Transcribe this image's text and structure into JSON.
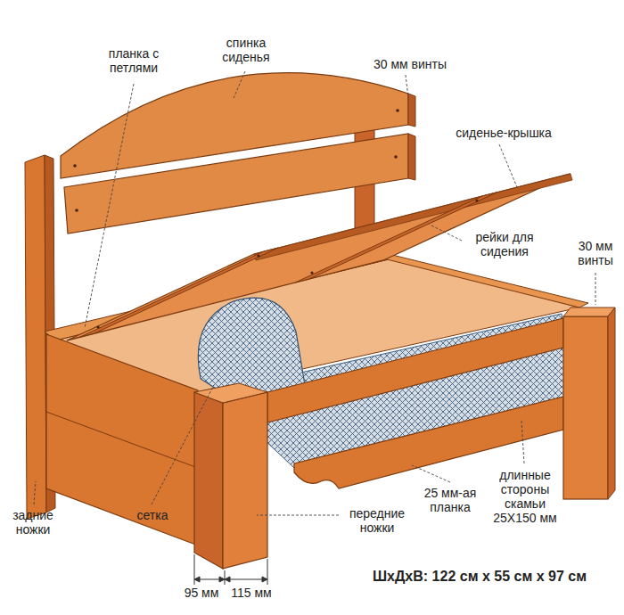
{
  "diagram": {
    "labels": [
      "планка с петлями",
      "спинка сиденья",
      "30 мм винты",
      "сиденье-крышка",
      "рейки для сидения",
      "30 мм винты",
      "задние ножки",
      "сетка",
      "передние ножки",
      "25 мм-ая планка",
      "длинные стороны скамьи 25X150 мм",
      "95 мм",
      "115 мм",
      "ШхДхВ: 122 см х 55 см х 97 см"
    ]
  }
}
